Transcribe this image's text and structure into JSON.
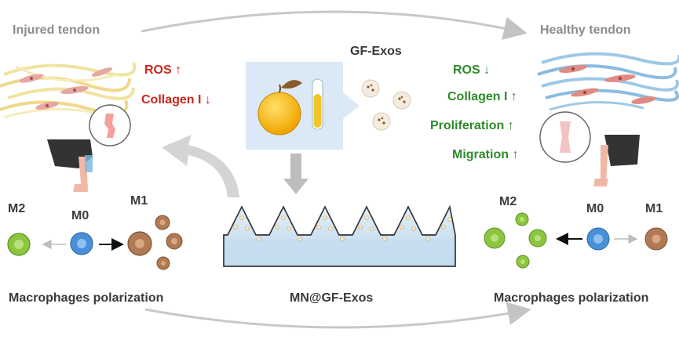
{
  "left": {
    "title": "Injured tendon",
    "markers": [
      "ROS ↑",
      "Collagen I ↓"
    ],
    "macrophages": {
      "m2": "M2",
      "m0": "M0",
      "m1": "M1"
    },
    "caption": "Macrophages polarization"
  },
  "center": {
    "label": "GF-Exos",
    "caption": "MN@GF-Exos"
  },
  "right": {
    "title": "Healthy tendon",
    "markers": [
      "ROS ↓",
      "Collagen I ↑",
      "Proliferation ↑",
      "Migration ↑"
    ],
    "macrophages": {
      "m2": "M2",
      "m0": "M0",
      "m1": "M1"
    },
    "caption": "Macrophages polarization"
  },
  "colors": {
    "increase_bad": "#c8281e",
    "improve_good": "#2f8a2b",
    "arrow_gray": "#bdbdbd",
    "m2_green": "#8cc63f",
    "m0_blue": "#4a90d9",
    "m1_brown": "#b07a55",
    "exo_box": "#dbe9f6",
    "mn_fluid": "#cfe3f3"
  }
}
